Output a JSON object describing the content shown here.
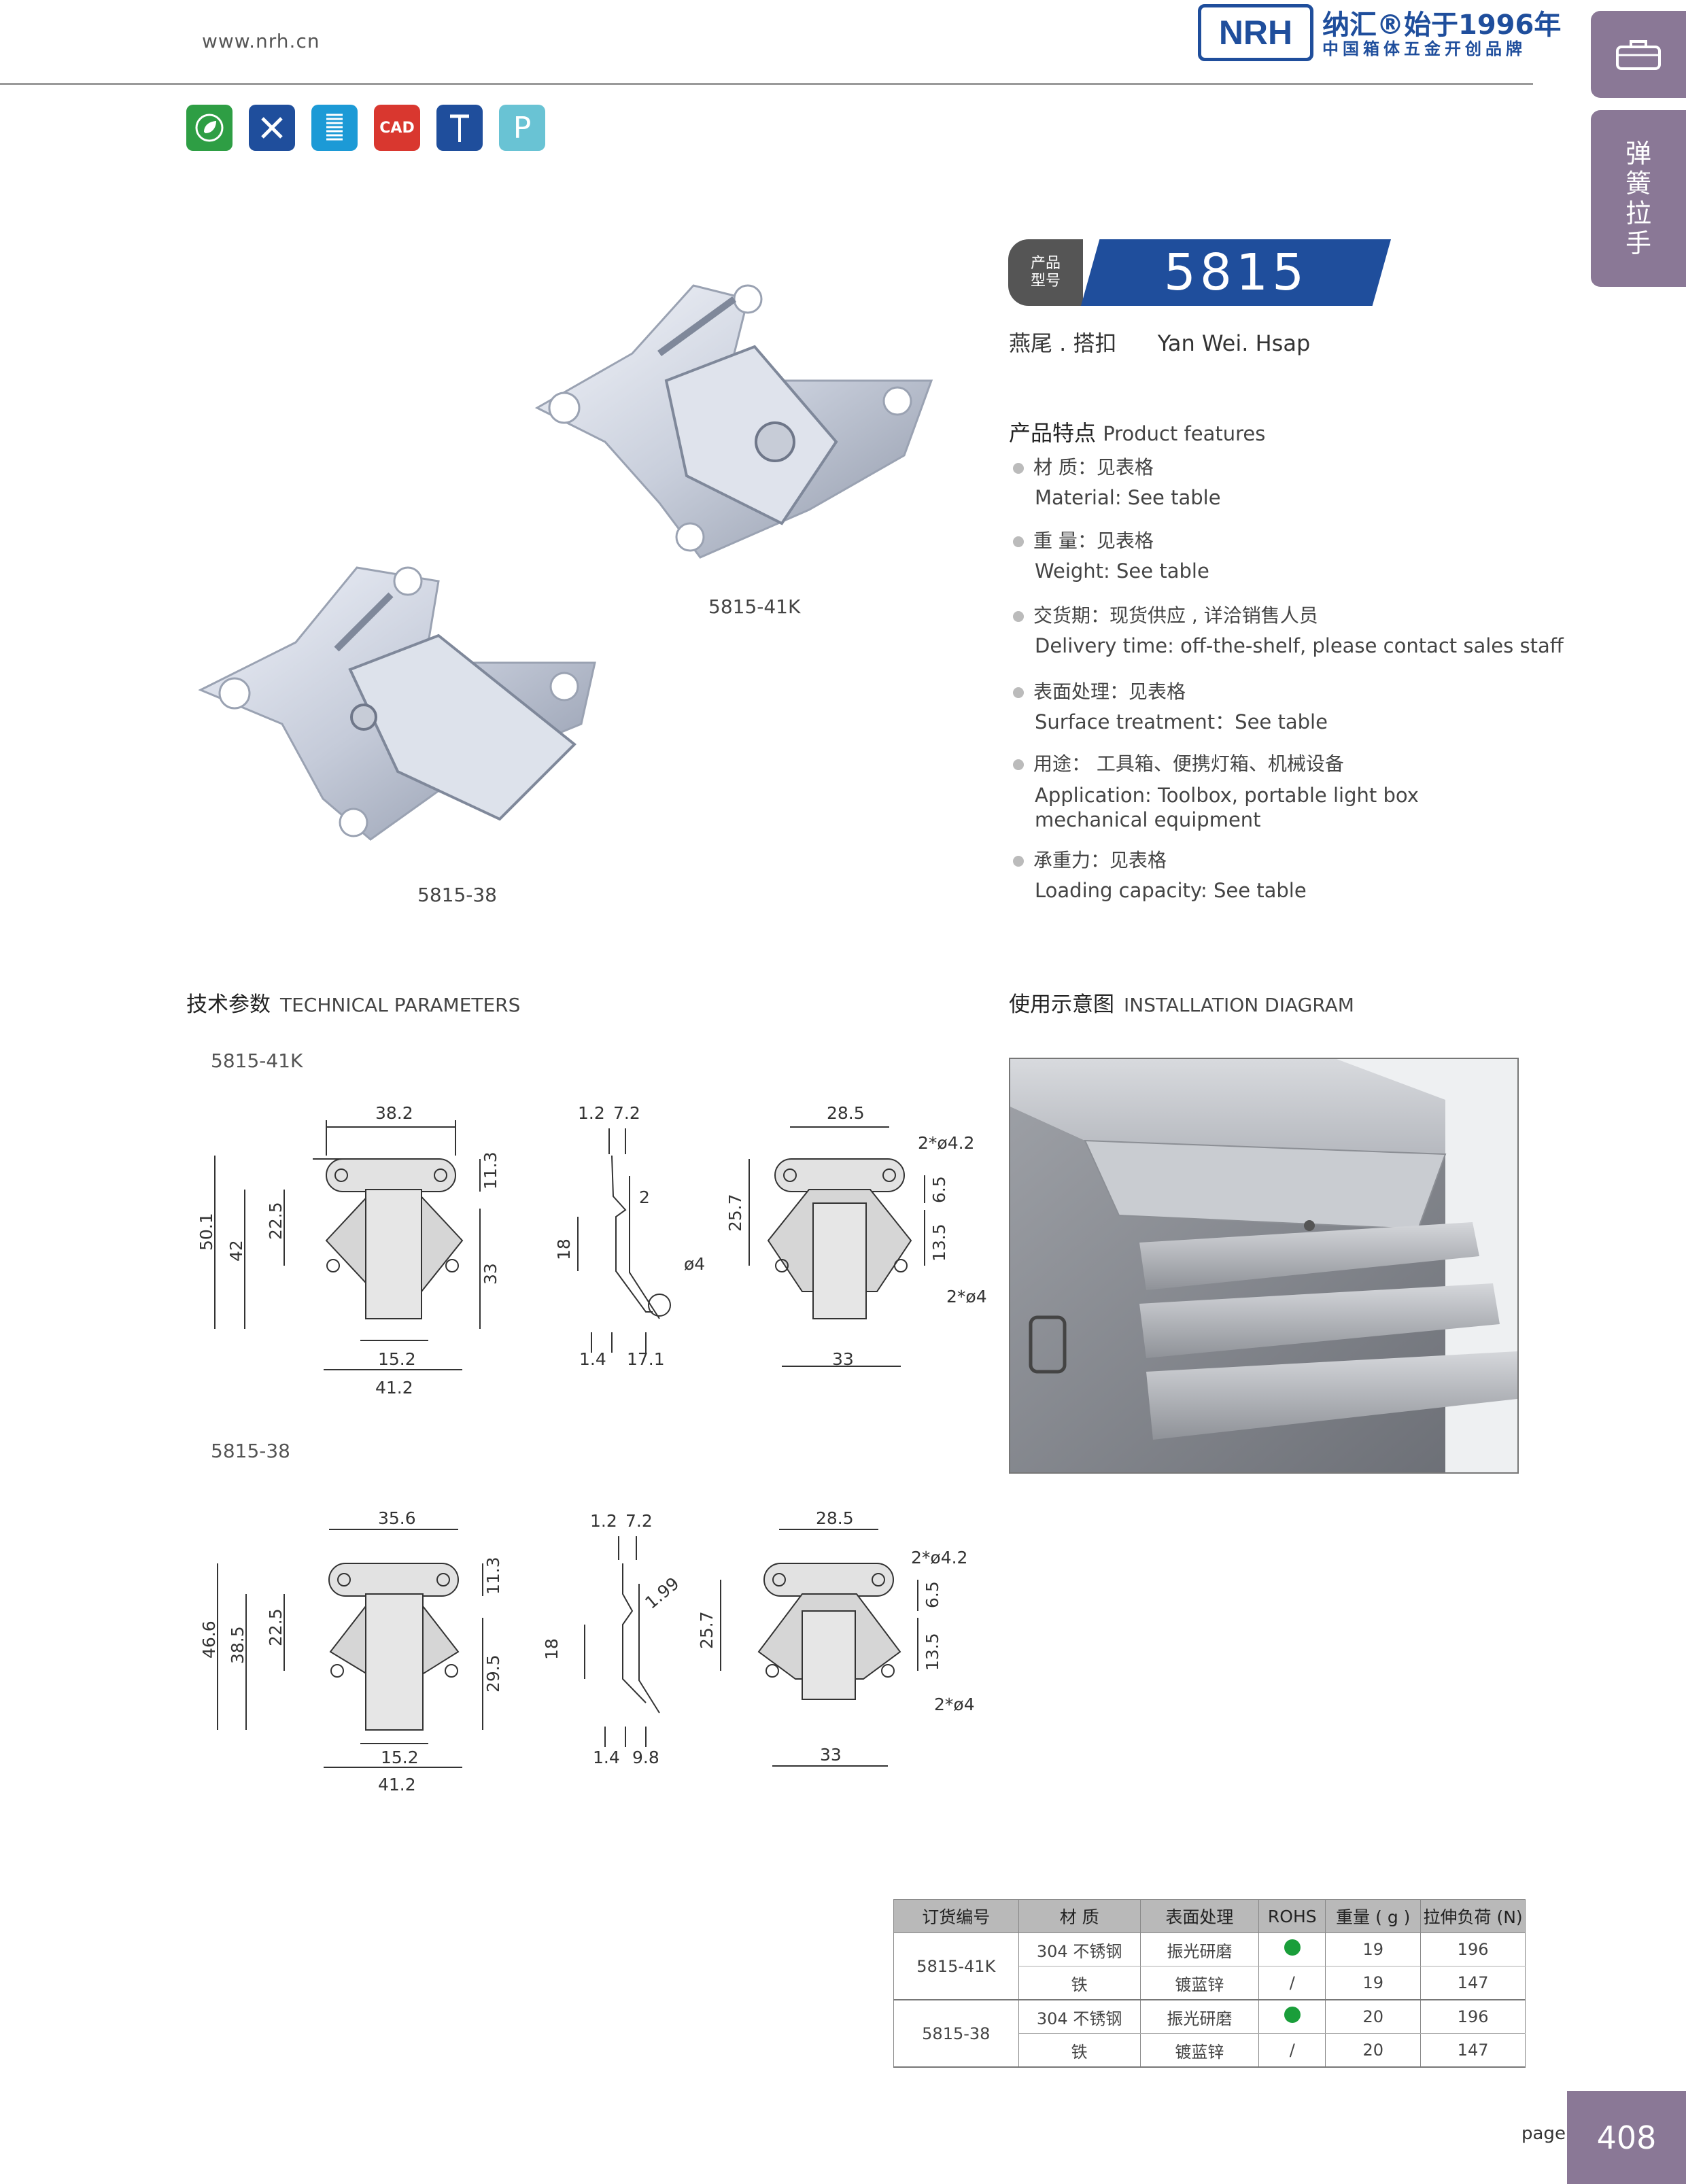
{
  "header": {
    "website": "www.nrh.cn",
    "logo": "NRH",
    "brand_line1": "纳汇®始于1996年",
    "brand_line2": "中国箱体五金开创品牌"
  },
  "side_tab": {
    "category": [
      "弹",
      "簧",
      "拉",
      "手"
    ]
  },
  "icons": [
    {
      "name": "eco-icon",
      "color": "#2e9e44"
    },
    {
      "name": "tools-icon",
      "color": "#1f4e9c"
    },
    {
      "name": "spring-icon",
      "color": "#1c9ad6"
    },
    {
      "name": "cad-icon",
      "color": "#d9372f",
      "label": "CAD"
    },
    {
      "name": "rivet-icon",
      "color": "#1f4e9c"
    },
    {
      "name": "parking-icon",
      "color": "#69c3d4",
      "label": "P"
    }
  ],
  "product": {
    "badge_label_1": "产品",
    "badge_label_2": "型号",
    "model": "5815",
    "name_cn": "燕尾 . 搭扣",
    "name_en": "Yan Wei. Hsap"
  },
  "photos": {
    "label_1": "5815-41K",
    "label_2": "5815-38"
  },
  "features": {
    "title_cn": "产品特点",
    "title_en": "Product features",
    "items": [
      {
        "cn": "材  质：见表格",
        "en": "Material: See table"
      },
      {
        "cn": "重  量：见表格",
        "en": " Weight: See table"
      },
      {
        "cn": "交货期：现货供应 , 详洽销售人员",
        "en": "Delivery time: off-the-shelf, please contact sales staff"
      },
      {
        "cn": "表面处理：见表格",
        "en": "Surface treatment：See table"
      },
      {
        "cn": "用途：  工具箱、便携灯箱、机械设备",
        "en": "Application: Toolbox, portable light box",
        "en2": "mechanical equipment"
      },
      {
        "cn": "承重力：见表格",
        "en": "Loading capacity: See table"
      }
    ]
  },
  "technical": {
    "title_cn": "技术参数",
    "title_en": "TECHNICAL PARAMETERS",
    "model_a": "5815-41K",
    "model_b": "5815-38",
    "dims_a": {
      "w_top": "38.2",
      "h_total": "50.1",
      "h2": "42",
      "h3": "22.5",
      "h_top": "11.3",
      "h_right": "33",
      "w_mid": "15.2",
      "w_bot": "41.2",
      "s_t1": "1.2",
      "s_t2": "7.2",
      "s_h": "18",
      "s_r": "2",
      "s_d": "ø4",
      "s_b1": "1.4",
      "s_b2": "17.1",
      "b_w": "28.5",
      "b_h": "25.7",
      "b_h1": "6.5",
      "b_h2": "13.5",
      "b_holes1": "2*ø4.2",
      "b_holes2": "2*ø4",
      "b_wb": "33"
    },
    "dims_b": {
      "w_top": "35.6",
      "h_total": "46.6",
      "h2": "38.5",
      "h3": "22.5",
      "h_top": "11.3",
      "h_right": "29.5",
      "w_mid": "15.2",
      "w_bot": "41.2",
      "s_t1": "1.2",
      "s_t2": "7.2",
      "s_h": "18",
      "s_r": "1.99",
      "s_b1": "1.4",
      "s_b2": "9.8",
      "b_w": "28.5",
      "b_h": "25.7",
      "b_h1": "6.5",
      "b_h2": "13.5",
      "b_holes1": "2*ø4.2",
      "b_holes2": "2*ø4",
      "b_wb": "33"
    }
  },
  "installation": {
    "title_cn": "使用示意图",
    "title_en": "INSTALLATION DIAGRAM"
  },
  "spec_table": {
    "headers": [
      "订货编号",
      "材  质",
      "表面处理",
      "ROHS",
      "重量 ( g )",
      "拉伸负荷 (N)"
    ],
    "rows": [
      {
        "code": "5815-41K",
        "material": "304 不锈钢",
        "surface": "振光研磨",
        "rohs": "●",
        "weight": "19",
        "load": "196"
      },
      {
        "code": "",
        "material": "铁",
        "surface": "镀蓝锌",
        "rohs": "/",
        "weight": "19",
        "load": "147"
      },
      {
        "code": "5815-38",
        "material": "304 不锈钢",
        "surface": "振光研磨",
        "rohs": "●",
        "weight": "20",
        "load": "196"
      },
      {
        "code": "",
        "material": "铁",
        "surface": "镀蓝锌",
        "rohs": "/",
        "weight": "20",
        "load": "147"
      }
    ]
  },
  "footer": {
    "page_label": "page",
    "page_number": "408"
  }
}
